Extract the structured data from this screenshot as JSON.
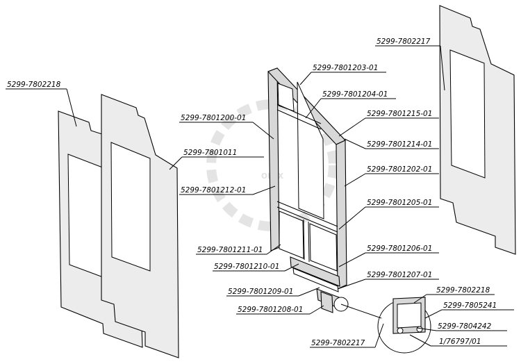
{
  "watermark": "OPEX",
  "parts": {
    "p_7802217_top": "5299-7802217",
    "p_7802218_left": "5299-7802218",
    "p_7801203": "5299-7801203-01",
    "p_7801204": "5299-7801204-01",
    "p_7801200": "5299-7801200-01",
    "p_7801215": "5299-7801215-01",
    "p_7801011": "5299-7801011",
    "p_7801214": "5299-7801214-01",
    "p_7801202": "5299-7801202-01",
    "p_7801212": "5299-7801212-01",
    "p_7801205": "5299-7801205-01",
    "p_7801211": "5299-7801211-01",
    "p_7801206": "5299-7801206-01",
    "p_7801210": "5299-7801210-01",
    "p_7801207": "5299-7801207-01",
    "p_7801209": "5299-7801209-01",
    "p_7802218_detail": "5299-7802218",
    "p_7805241": "5299-7805241",
    "p_7801208": "5299-7801208-01",
    "p_7804242": "5299-7804242",
    "p_176797": "1/76797/01",
    "p_7802217_bottom": "5299-7802217"
  }
}
